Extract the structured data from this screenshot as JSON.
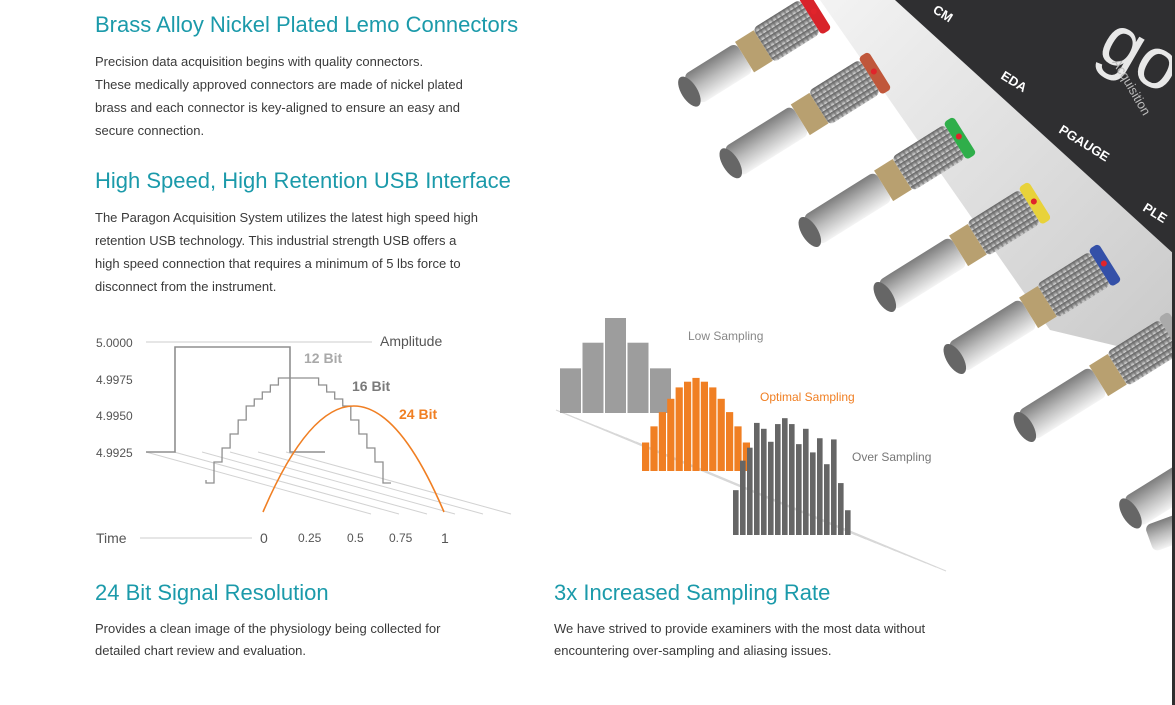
{
  "sections": {
    "connectors": {
      "title": "Brass Alloy Nickel Plated Lemo Connectors",
      "lines": [
        "Precision data acquisition begins with quality connectors.",
        "These medically approved connectors are made of nickel plated",
        "brass and each connector is key-aligned to ensure an easy and",
        "secure connection."
      ]
    },
    "usb": {
      "title": "High Speed, High Retention USB Interface",
      "lines": [
        "The Paragon Acquisition System utilizes the latest high speed high",
        "retention USB technology. This industrial strength USB offers a",
        "high speed connection that requires a minimum of 5 lbs force to",
        "disconnect from the instrument."
      ]
    },
    "resolution": {
      "title": "24 Bit Signal Resolution",
      "lines": [
        "Provides a clean image of the physiology being collected for",
        "detailed chart review and evaluation."
      ]
    },
    "sampling": {
      "title": "3x Increased Sampling Rate",
      "lines": [
        "We have strived to provide examiners with the most data without",
        "encountering over-sampling and aliasing issues."
      ]
    }
  },
  "device_image": {
    "labels": [
      "CM",
      "EDA",
      "PGAUGE",
      "PLE"
    ],
    "logo_text": "go",
    "subtitle_text": "Acquisition",
    "ring_colors": [
      "#d8232a",
      "#c0573b",
      "#2fae4a",
      "#e8d23a",
      "#3450a8",
      "#aaaaaa"
    ]
  },
  "resolution_chart": {
    "y_ticks": [
      "5.0000",
      "4.9975",
      "4.9950",
      "4.9925"
    ],
    "amplitude_label": "Amplitude",
    "time_label": "Time",
    "x_ticks": [
      "0",
      "0.25",
      "0.5",
      "0.75",
      "1"
    ],
    "series_labels": [
      "12 Bit",
      "16 Bit",
      "24 Bit"
    ],
    "colors": {
      "gray": "#8f8f8f",
      "orange": "#f07f23"
    }
  },
  "sampling_chart": {
    "labels": [
      "Low Sampling",
      "Optimal Sampling",
      "Over Sampling"
    ],
    "low_values": [
      0.47,
      0.74,
      1.0,
      0.74,
      0.47
    ],
    "optimal_values": [
      0.3,
      0.47,
      0.62,
      0.76,
      0.88,
      0.94,
      0.98,
      0.94,
      0.88,
      0.76,
      0.62,
      0.47,
      0.3
    ],
    "over_values": [
      0.38,
      0.63,
      0.74,
      0.95,
      0.9,
      0.79,
      0.94,
      0.99,
      0.94,
      0.77,
      0.9,
      0.7,
      0.82,
      0.6,
      0.81,
      0.44,
      0.21
    ],
    "colors": {
      "low": "#9d9d9d",
      "optimal": "#f07f23",
      "over": "#666666"
    }
  }
}
